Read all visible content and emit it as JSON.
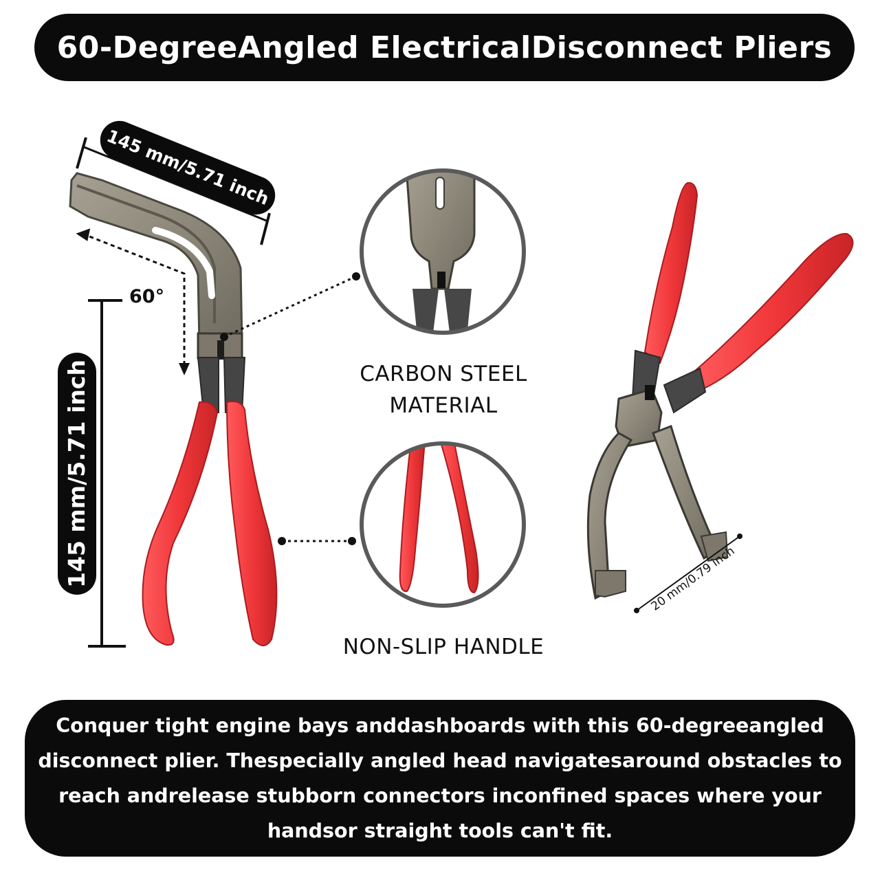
{
  "title": "60-DegreeAngled ElectricalDisconnect Pliers",
  "dimensions": {
    "jaw_length": "145 mm/5.71 inch",
    "handle_length": "145 mm/5.71 inch",
    "angle": "60°",
    "tip_width": "20 mm/0.79 inch"
  },
  "features": {
    "material_line1": "CARBON STEEL",
    "material_line2": "MATERIAL",
    "handle": "NON-SLIP HANDLE"
  },
  "description": "Conquer tight engine bays anddashboards with this 60-degreeangled disconnect plier. Thespecially angled head navigatesaround obstacles to reach andrelease stubborn connectors inconfined spaces where your handsor straight tools can't fit.",
  "colors": {
    "handle_red": "#f0373a",
    "steel_gray": "#8f8a7d",
    "banner_black": "#0b0b0b"
  }
}
